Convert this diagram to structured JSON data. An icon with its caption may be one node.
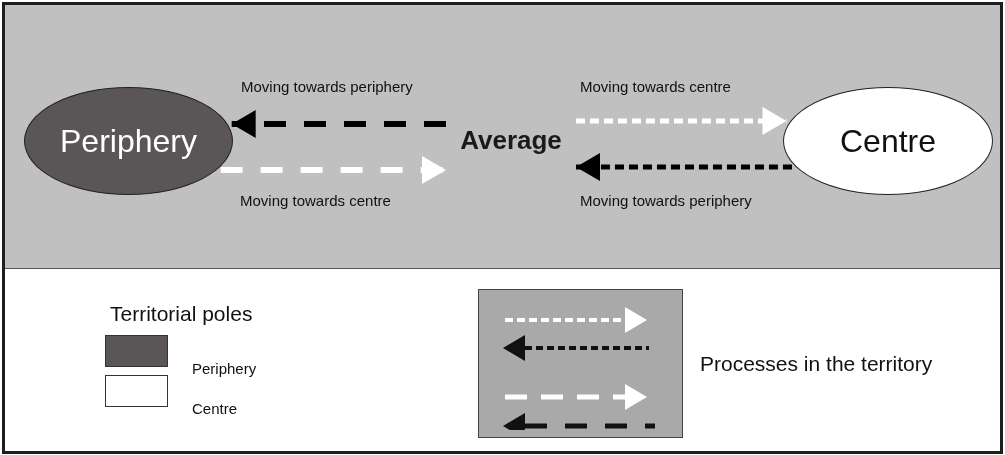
{
  "diagram": {
    "nodes": [
      {
        "text": [
          "Periphery"
        ]
      },
      {
        "text": [
          "Average"
        ]
      },
      {
        "text": [
          "Centre"
        ]
      }
    ],
    "edges": [
      {
        "from": 1,
        "to": 0,
        "arrow": "to",
        "label": "Moving towards periphery",
        "style": "dashed",
        "color": "#000000"
      },
      {
        "from": 0,
        "to": 1,
        "arrow": "to",
        "label": "Moving towards centre",
        "style": "dashed",
        "color": "#ffffff"
      },
      {
        "from": 1,
        "to": 2,
        "arrow": "to",
        "label": "Moving towards centre",
        "style": "dashed",
        "color": "#ffffff"
      },
      {
        "from": 2,
        "to": 1,
        "arrow": "to",
        "label": "Moving towards periphery",
        "style": "dashed",
        "color": "#000000"
      }
    ],
    "labels": [
      "Territorial poles",
      "Processes in the territory"
    ],
    "legend": [
      {
        "text": "Periphery",
        "color": "#5a5556"
      },
      {
        "text": "Centre",
        "color": "#ffffff"
      }
    ]
  }
}
